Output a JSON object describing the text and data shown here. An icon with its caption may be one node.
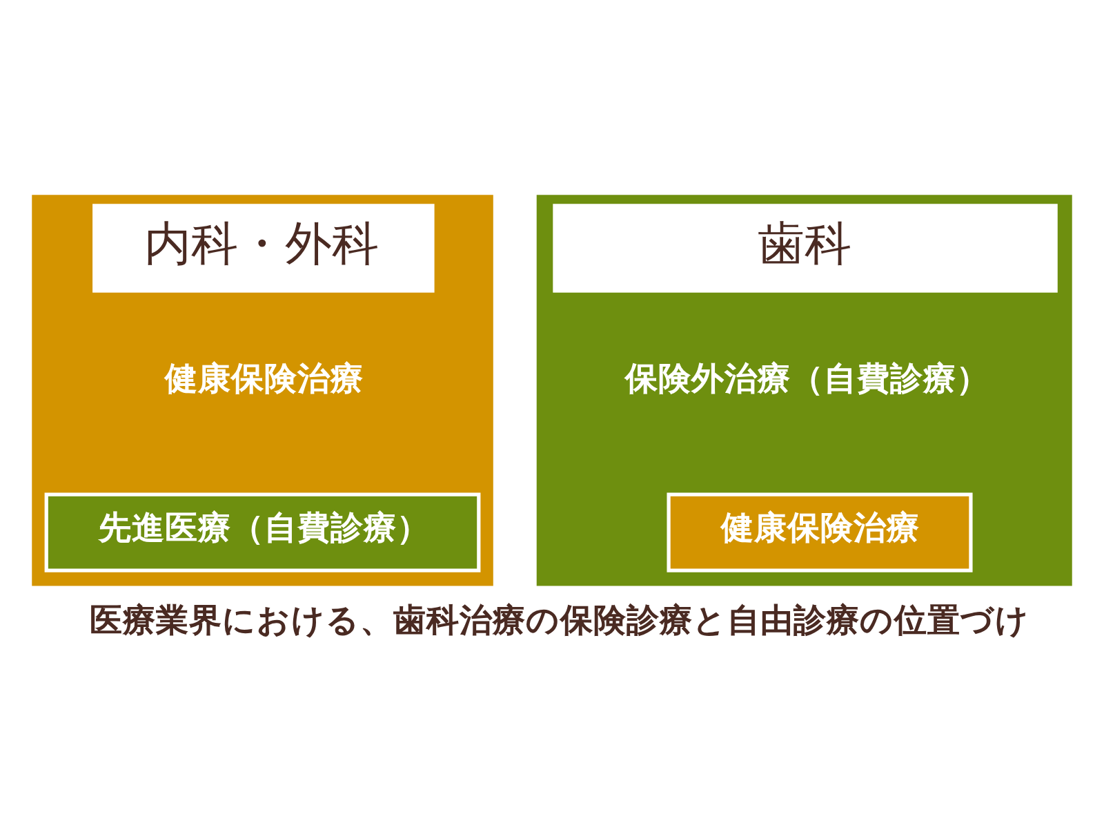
{
  "diagram": {
    "caption": "医療業界における、歯科治療の保険診療と自由診療の位置づけ",
    "nodes": [
      {
        "text": [
          "内科・外科",
          "健康保険治療"
        ]
      },
      {
        "text": [
          "先進医療（自費診療）"
        ],
        "in": 0
      },
      {
        "text": [
          "歯科",
          "保険外治療（自費診療）"
        ]
      },
      {
        "text": [
          "健康保険治療"
        ],
        "in": 2
      }
    ],
    "edges": []
  }
}
